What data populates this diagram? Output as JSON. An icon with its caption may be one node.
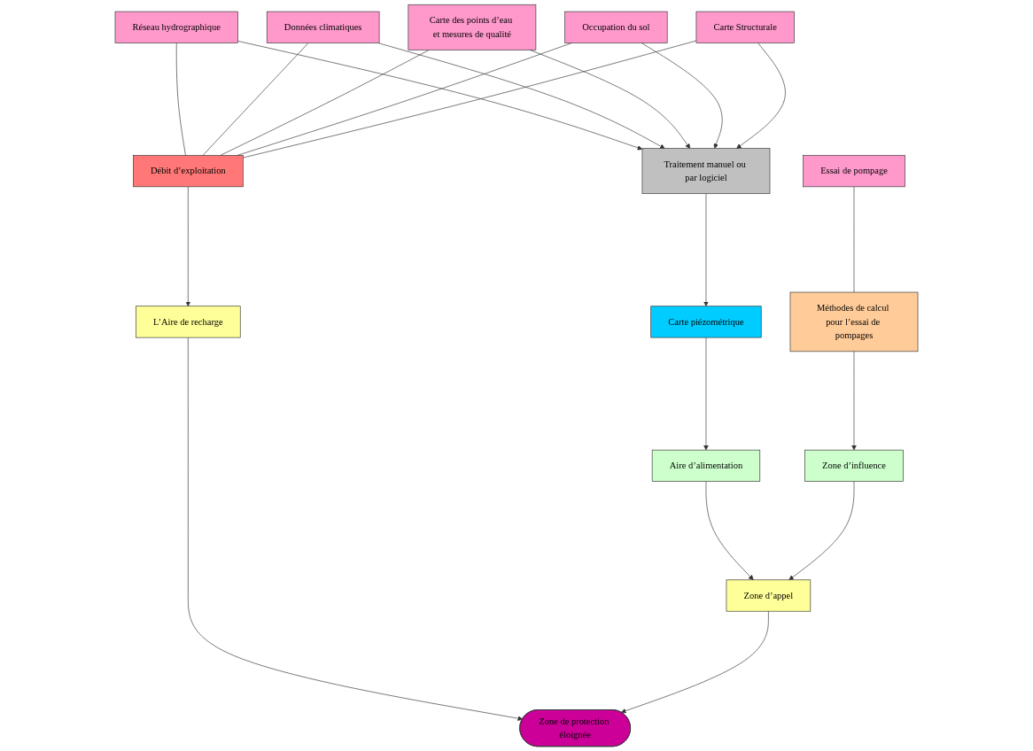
{
  "diagram": {
    "nodes": [
      {
        "text": [
          "Réseau hydrographique"
        ]
      },
      {
        "text": [
          "Données climatiques"
        ]
      },
      {
        "text": [
          "Carte des points d’eau et mesures de qualité"
        ]
      },
      {
        "text": [
          "Occupation du sol"
        ]
      },
      {
        "text": [
          "Carte Structurale"
        ]
      },
      {
        "text": [
          "Essai de pompage"
        ]
      },
      {
        "text": [
          "Méthodes de calcul pour l’essai de pompages"
        ]
      },
      {
        "text": [
          "Traitement manuel ou par logiciel"
        ]
      },
      {
        "text": [
          "Carte piézométrique"
        ]
      },
      {
        "text": [
          "Débit d’exploitation"
        ]
      },
      {
        "text": [
          "Aire d’alimentation"
        ]
      },
      {
        "text": [
          "Zone d’influence"
        ]
      },
      {
        "text": [
          "L’Aire de recharge"
        ]
      },
      {
        "text": [
          "Zone d’appel"
        ]
      },
      {
        "text": [
          "Zone de protection éloignée"
        ]
      }
    ],
    "edges": [
      {
        "from": 0,
        "to": 7,
        "arrow": "to"
      },
      {
        "from": 1,
        "to": 7,
        "arrow": "to"
      },
      {
        "from": 2,
        "to": 7,
        "arrow": "to"
      },
      {
        "from": 3,
        "to": 7,
        "arrow": "to"
      },
      {
        "from": 4,
        "to": 7,
        "arrow": "to"
      },
      {
        "from": 0,
        "to": 9,
        "arrow": "none"
      },
      {
        "from": 1,
        "to": 9,
        "arrow": "none"
      },
      {
        "from": 2,
        "to": 9,
        "arrow": "none"
      },
      {
        "from": 3,
        "to": 9,
        "arrow": "none"
      },
      {
        "from": 4,
        "to": 9,
        "arrow": "none"
      },
      {
        "from": 5,
        "to": 6,
        "arrow": "none"
      },
      {
        "from": 6,
        "to": 11,
        "arrow": "to"
      },
      {
        "from": 7,
        "to": 8,
        "arrow": "to"
      },
      {
        "from": 8,
        "to": 10,
        "arrow": "to"
      },
      {
        "from": 9,
        "to": 12,
        "arrow": "to"
      },
      {
        "from": 10,
        "to": 13,
        "arrow": "to"
      },
      {
        "from": 11,
        "to": 13,
        "arrow": "to"
      },
      {
        "from": 12,
        "to": 14,
        "arrow": "to"
      },
      {
        "from": 13,
        "to": 14,
        "arrow": "to"
      }
    ]
  }
}
